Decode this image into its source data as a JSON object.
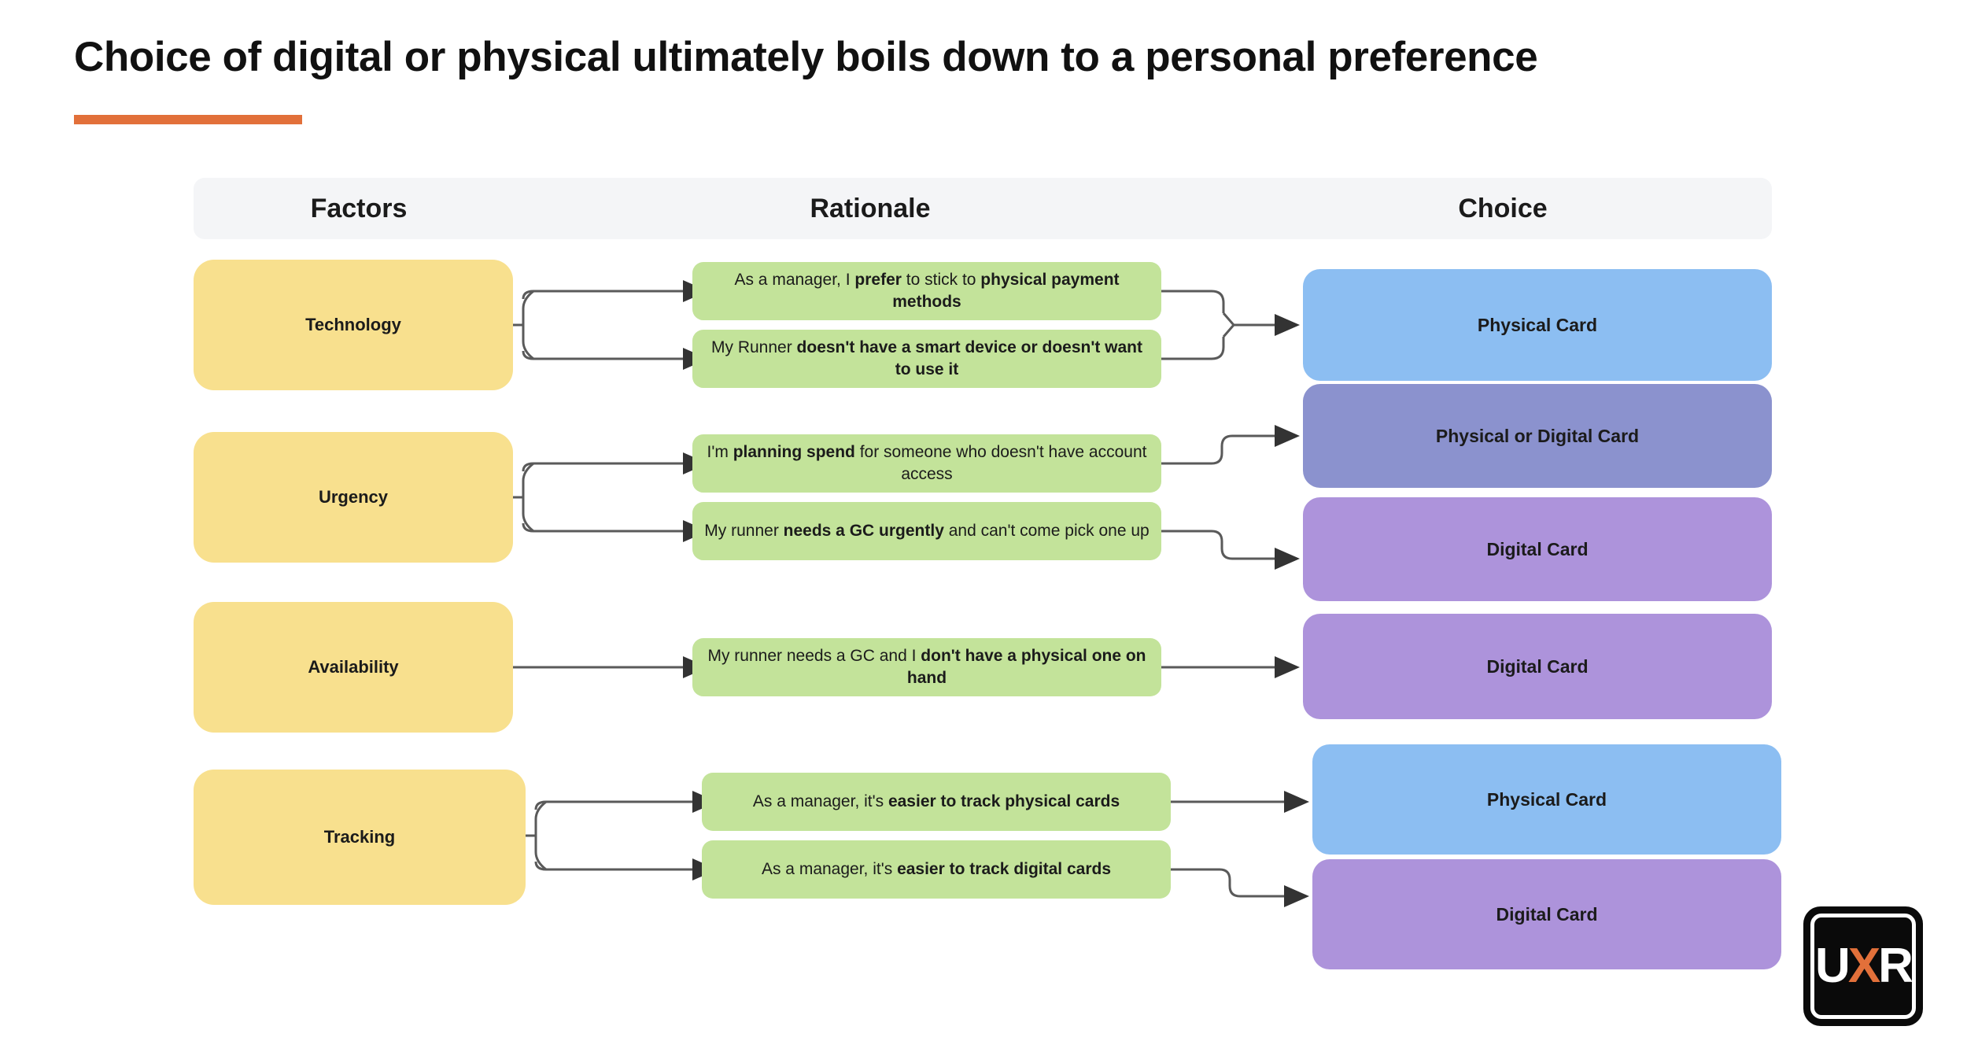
{
  "slide": {
    "title": "Choice of digital or physical ultimately boils down to a personal preference",
    "accent_color": "#E2703A"
  },
  "table": {
    "headers": {
      "factors": "Factors",
      "rationale": "Rationale",
      "choice": "Choice"
    },
    "header_bg": "#F4F5F7"
  },
  "colors": {
    "factor": "#F8E08E",
    "rationale": "#C3E39A",
    "physical_card": "#8CBEF2",
    "physical_or_digital_card": "#8B92CE",
    "digital_card": "#AD93DB",
    "connector": "#5A5A5A"
  },
  "rows": [
    {
      "factor": "Technology",
      "rationales": [
        {
          "parts": [
            {
              "text": "As a manager, I ",
              "bold": false
            },
            {
              "text": "prefer",
              "bold": true
            },
            {
              "text": " to stick to ",
              "bold": false
            },
            {
              "text": "physical payment methods",
              "bold": true
            }
          ]
        },
        {
          "parts": [
            {
              "text": "My Runner ",
              "bold": false
            },
            {
              "text": "doesn't have a smart device or doesn't want to use it",
              "bold": true
            }
          ]
        }
      ],
      "choices": [
        {
          "label": "Physical Card",
          "color": "#8CBEF2"
        }
      ],
      "connector": "merge"
    },
    {
      "factor": "Urgency",
      "rationales": [
        {
          "parts": [
            {
              "text": "I'm ",
              "bold": false
            },
            {
              "text": "planning spend",
              "bold": true
            },
            {
              "text": " for someone who doesn't have account access",
              "bold": false
            }
          ]
        },
        {
          "parts": [
            {
              "text": "My runner ",
              "bold": false
            },
            {
              "text": "needs a GC urgently",
              "bold": true
            },
            {
              "text": " and can't come pick one up",
              "bold": false
            }
          ]
        }
      ],
      "choices": [
        {
          "label": "Physical or Digital Card",
          "color": "#8B92CE"
        },
        {
          "label": "Digital Card",
          "color": "#AD93DB"
        }
      ],
      "connector": "parallel"
    },
    {
      "factor": "Availability",
      "rationales": [
        {
          "parts": [
            {
              "text": "My runner needs a GC and I ",
              "bold": false
            },
            {
              "text": "don't have a physical one on hand",
              "bold": true
            }
          ]
        }
      ],
      "choices": [
        {
          "label": "Digital Card",
          "color": "#AD93DB"
        }
      ],
      "connector": "direct"
    },
    {
      "factor": "Tracking",
      "rationales": [
        {
          "parts": [
            {
              "text": "As a manager, it's ",
              "bold": false
            },
            {
              "text": "easier to track physical cards",
              "bold": true
            }
          ]
        },
        {
          "parts": [
            {
              "text": "As a manager, it's ",
              "bold": false
            },
            {
              "text": "easier to track digital cards",
              "bold": true
            }
          ]
        }
      ],
      "choices": [
        {
          "label": "Physical Card",
          "color": "#8CBEF2"
        },
        {
          "label": "Digital Card",
          "color": "#AD93DB"
        }
      ],
      "connector": "parallel"
    }
  ],
  "logo": {
    "u": "U",
    "x": "X",
    "r": "R"
  }
}
